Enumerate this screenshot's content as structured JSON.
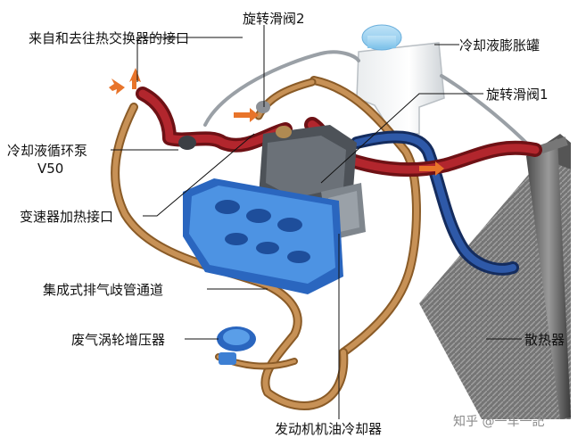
{
  "labels": {
    "heat_exchanger_port": "来自和去往热交换器的接口",
    "rotary_valve_2": "旋转滑阀2",
    "expansion_tank": "冷却液膨胀罐",
    "rotary_valve_1": "旋转滑阀1",
    "coolant_pump_line1": "冷却液循环泵",
    "coolant_pump_line2": "V50",
    "transmission_heating_port": "变速器加热接口",
    "integrated_exhaust_manifold": "集成式排气歧管通道",
    "turbocharger": "废气涡轮增压器",
    "radiator": "散热器",
    "engine_oil_cooler": "发动机机油冷却器"
  },
  "watermark": "知乎 @一车一記",
  "colors": {
    "hot_coolant": "#a8242a",
    "cold_coolant": "#1f3f82",
    "copper_pipe": "#a8753b",
    "manifold_blue": "#3a7fd5",
    "leader_line": "#111111",
    "flow_arrow": "#e8742a"
  }
}
